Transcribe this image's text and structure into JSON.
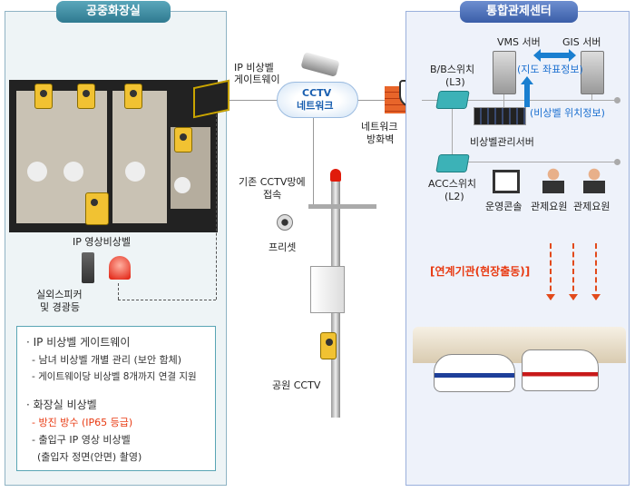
{
  "left_panel": {
    "title": "공중화장실",
    "bell_label": "IP 영상비상벨",
    "speaker_label": [
      "실외스피커",
      "및 경광등"
    ],
    "info": {
      "section1_title": "· IP 비상벨 게이트웨이",
      "section1_items": [
        "- 남녀 비상벨 개별 관리 (보안 함체)",
        "- 게이트웨이당 비상벨 8개까지 연결 지원"
      ],
      "section2_title": "· 화장실 비상벨",
      "section2_items": [
        "- 방진 방수 (IP65 등급)",
        "- 출입구 IP 영상 비상벨",
        "(출입자 정면(안면) 촬영)"
      ]
    }
  },
  "middle": {
    "gateway_label": [
      "IP 비상벨",
      "게이트웨이"
    ],
    "cloud_label": [
      "CCTV",
      "네트워크"
    ],
    "firewall_label": [
      "네트워크",
      "방화벽"
    ],
    "existing_label": [
      "기존 CCTV망에",
      "접속"
    ],
    "preset_label": "프리셋",
    "park_cctv_label": "공원 CCTV"
  },
  "right_panel": {
    "title": "통합관제센터",
    "vms": "VMS 서버",
    "gis": "GIS 서버",
    "map_info": "(지도 좌표정보)",
    "bell_position": "(비상벨 위치정보)",
    "bb_switch": [
      "B/B스위치",
      "(L3)"
    ],
    "acc_switch": [
      "ACC스위치",
      "(L2)"
    ],
    "bell_server": "비상벨관리서버",
    "console": "운영콘솔",
    "operator1": "관제요원",
    "operator2": "관제요원",
    "agency": "[연계기관(현장출동)]"
  },
  "colors": {
    "accent_red": "#e83a12",
    "accent_blue": "#1a6fd0",
    "left_title": "#3f8ea4",
    "right_title": "#4b70b8"
  }
}
